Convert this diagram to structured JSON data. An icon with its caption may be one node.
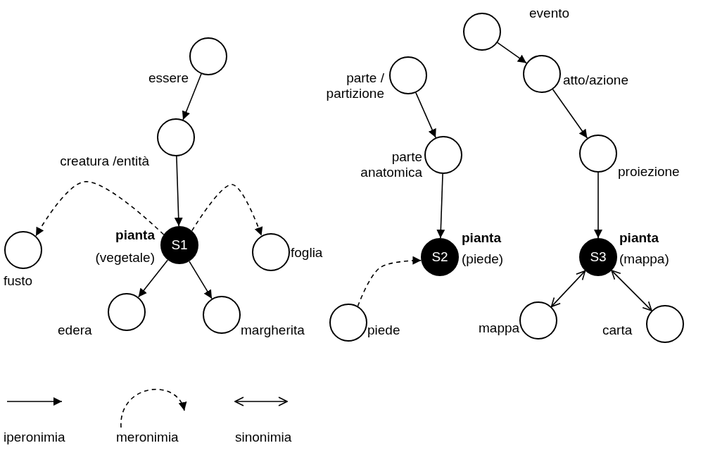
{
  "diagram": {
    "nodes": [
      {
        "text": [],
        "shape": "circle",
        "beside": [
          "essere"
        ]
      },
      {
        "text": [],
        "shape": "circle",
        "beside": [
          "creatura /entità"
        ]
      },
      {
        "text": [
          "S1"
        ],
        "beside": [
          "pianta",
          "(vegetale)"
        ]
      },
      {
        "text": [],
        "shape": "circle",
        "beside": [
          "fusto"
        ]
      },
      {
        "text": [],
        "shape": "circle",
        "beside": [
          "foglia"
        ]
      },
      {
        "text": [],
        "shape": "circle",
        "beside": [
          "edera"
        ]
      },
      {
        "text": [],
        "shape": "circle",
        "beside": [
          "margherita"
        ]
      },
      {
        "text": [],
        "shape": "circle",
        "beside": [
          "parte / partizione"
        ]
      },
      {
        "text": [],
        "shape": "circle",
        "beside": [
          "parte anatomica"
        ]
      },
      {
        "text": [
          "S2"
        ],
        "beside": [
          "pianta",
          "(piede)"
        ]
      },
      {
        "text": [],
        "shape": "circle",
        "beside": [
          "piede"
        ]
      },
      {
        "text": [],
        "shape": "circle",
        "beside": [
          "evento"
        ]
      },
      {
        "text": [],
        "shape": "circle",
        "beside": [
          "atto/azione"
        ]
      },
      {
        "text": [],
        "shape": "circle",
        "beside": [
          "proiezione"
        ]
      },
      {
        "text": [
          "S3"
        ],
        "beside": [
          "pianta",
          "(mappa)"
        ]
      },
      {
        "text": [],
        "shape": "circle",
        "beside": [
          "mappa"
        ]
      },
      {
        "text": [],
        "shape": "circle",
        "beside": [
          "carta"
        ]
      }
    ],
    "edges": [
      {
        "from": 0,
        "to": 1,
        "arrow": "to"
      },
      {
        "from": 1,
        "to": 2,
        "arrow": "to"
      },
      {
        "from": 2,
        "to": 3,
        "arrow": "to",
        "style": "dashed"
      },
      {
        "from": 2,
        "to": 4,
        "arrow": "to",
        "style": "dashed"
      },
      {
        "from": 2,
        "to": 5,
        "arrow": "to"
      },
      {
        "from": 2,
        "to": 6,
        "arrow": "to"
      },
      {
        "from": 7,
        "to": 8,
        "arrow": "to"
      },
      {
        "from": 8,
        "to": 9,
        "arrow": "to"
      },
      {
        "from": 10,
        "to": 9,
        "arrow": "to",
        "style": "dashed"
      },
      {
        "from": 11,
        "to": 12,
        "arrow": "to"
      },
      {
        "from": 12,
        "to": 13,
        "arrow": "to"
      },
      {
        "from": 13,
        "to": 14,
        "arrow": "to"
      },
      {
        "from": 14,
        "to": 15,
        "arrow": "both"
      },
      {
        "from": 14,
        "to": 16,
        "arrow": "both"
      }
    ],
    "legend": [
      {
        "text": "iperonimia"
      },
      {
        "text": "meronimia"
      },
      {
        "text": "sinonimia"
      }
    ]
  }
}
